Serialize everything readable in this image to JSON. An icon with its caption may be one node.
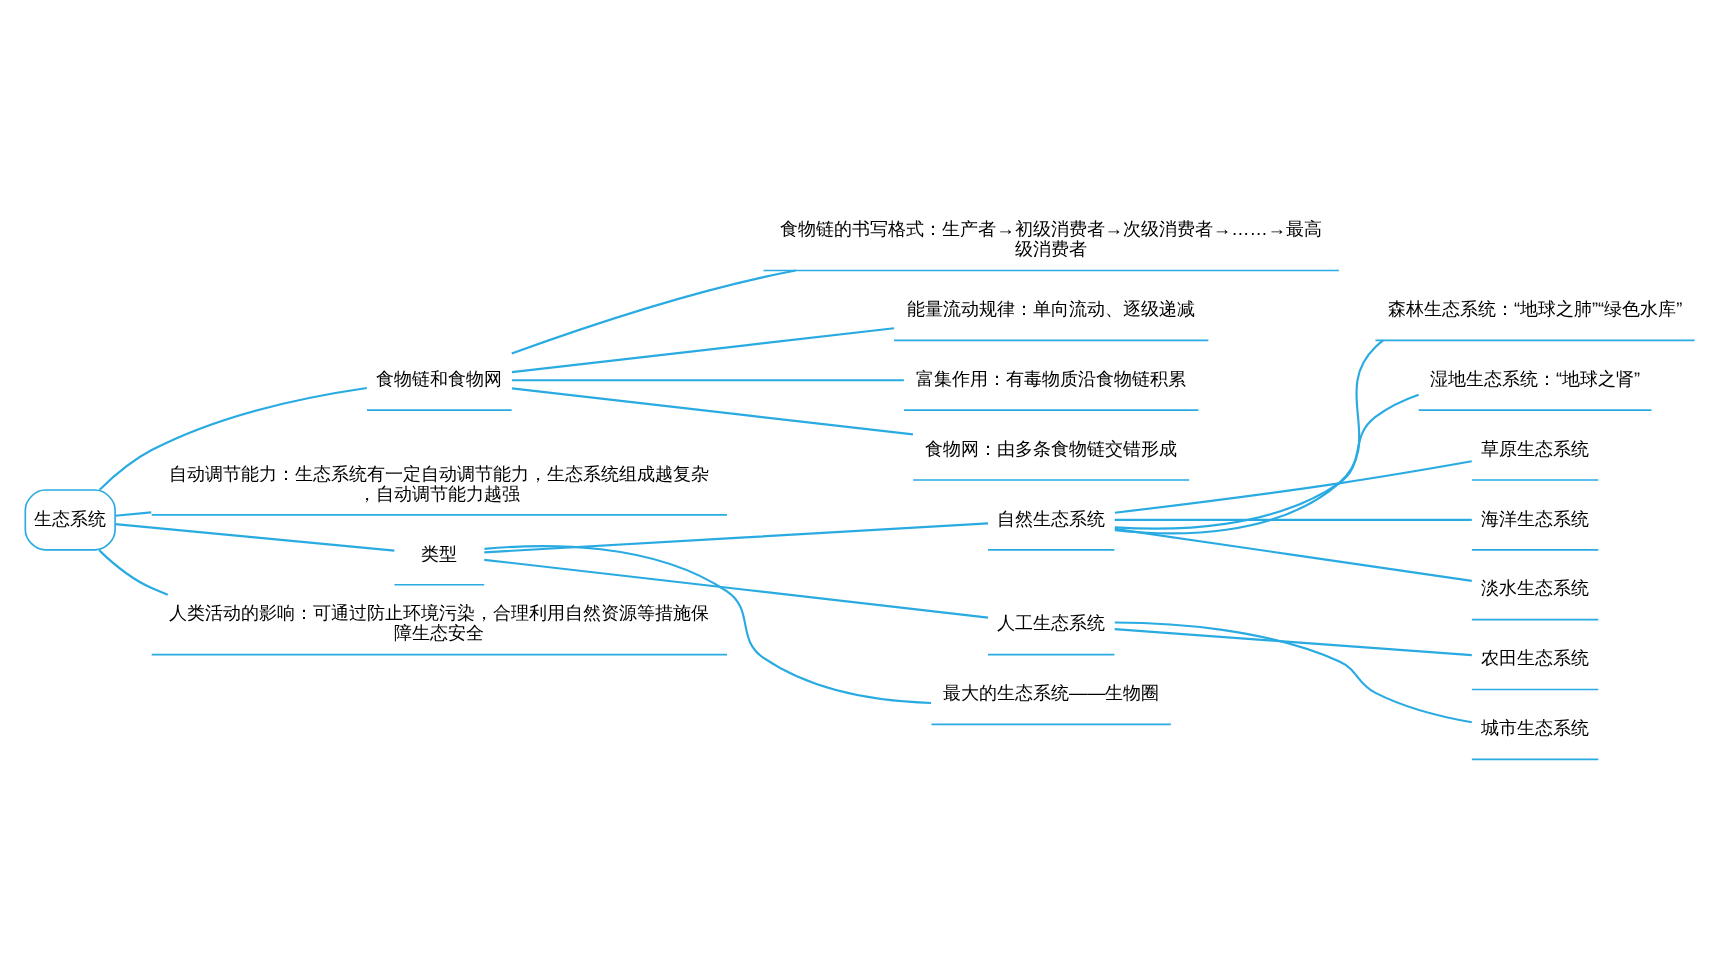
{
  "diagram": {
    "nodes": [
      {
        "text": [
          "生态系统"
        ]
      },
      {
        "text": [
          "食物链和食物网"
        ]
      },
      {
        "text": [
          "食物链的书写格式：生产者→初级消费者→次级消费者→……→最高级消费者"
        ]
      },
      {
        "text": [
          "能量流动规律：单向流动、逐级递减"
        ]
      },
      {
        "text": [
          "富集作用：有毒物质沿食物链积累"
        ]
      },
      {
        "text": [
          "食物网：由多条食物链交错形成"
        ]
      },
      {
        "text": [
          "自动调节能力：生态系统有一定自动调节能力，生态系统组成越复杂，自动调节能力越强"
        ]
      },
      {
        "text": [
          "类型"
        ]
      },
      {
        "text": [
          "自然生态系统"
        ]
      },
      {
        "text": [
          "森林生态系统：“地球之肺”“绿色水库”"
        ]
      },
      {
        "text": [
          "湿地生态系统：“地球之肾”"
        ]
      },
      {
        "text": [
          "草原生态系统"
        ]
      },
      {
        "text": [
          "海洋生态系统"
        ]
      },
      {
        "text": [
          "淡水生态系统"
        ]
      },
      {
        "text": [
          "人工生态系统"
        ]
      },
      {
        "text": [
          "农田生态系统"
        ]
      },
      {
        "text": [
          "城市生态系统"
        ]
      },
      {
        "text": [
          "最大的生态系统——生物圈"
        ]
      },
      {
        "text": [
          "人类活动的影响：可通过防止环境污染，合理利用自然资源等措施保障生态安全"
        ]
      }
    ],
    "edges": [
      {
        "from": 0,
        "to": 1,
        "arrow": "none"
      },
      {
        "from": 1,
        "to": 2,
        "arrow": "none"
      },
      {
        "from": 1,
        "to": 3,
        "arrow": "none"
      },
      {
        "from": 1,
        "to": 4,
        "arrow": "none"
      },
      {
        "from": 1,
        "to": 5,
        "arrow": "none"
      },
      {
        "from": 0,
        "to": 6,
        "arrow": "none"
      },
      {
        "from": 0,
        "to": 7,
        "arrow": "none"
      },
      {
        "from": 7,
        "to": 8,
        "arrow": "none"
      },
      {
        "from": 8,
        "to": 9,
        "arrow": "none"
      },
      {
        "from": 8,
        "to": 10,
        "arrow": "none"
      },
      {
        "from": 8,
        "to": 11,
        "arrow": "none"
      },
      {
        "from": 8,
        "to": 12,
        "arrow": "none"
      },
      {
        "from": 8,
        "to": 13,
        "arrow": "none"
      },
      {
        "from": 7,
        "to": 14,
        "arrow": "none"
      },
      {
        "from": 14,
        "to": 15,
        "arrow": "none"
      },
      {
        "from": 14,
        "to": 16,
        "arrow": "none"
      },
      {
        "from": 7,
        "to": 17,
        "arrow": "none"
      },
      {
        "from": 0,
        "to": 18,
        "arrow": "none"
      }
    ]
  }
}
